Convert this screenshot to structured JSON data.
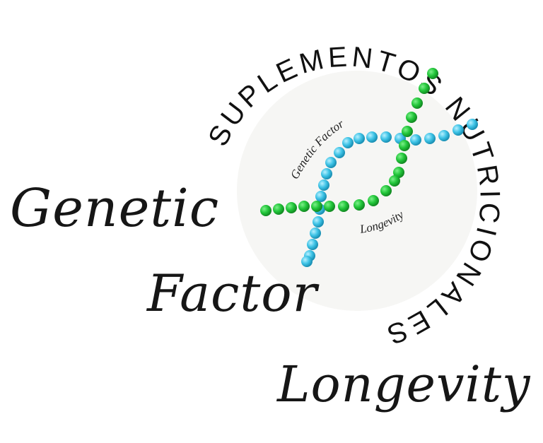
{
  "logo": {
    "arc_text": "SUPLEMENTOS NUTRICIONALES",
    "inner_top": "Genetic Factor",
    "inner_bottom": "Longevity",
    "script_line1": "Genetic",
    "script_line2": "Factor",
    "script_line3": "Longevity",
    "icon": "dna-double-helix-icon",
    "colors": {
      "circle_fill": "#f6f6f4",
      "green_beads": "#22c63a",
      "blue_beads": "#3ec3e6",
      "text": "#111111"
    }
  }
}
